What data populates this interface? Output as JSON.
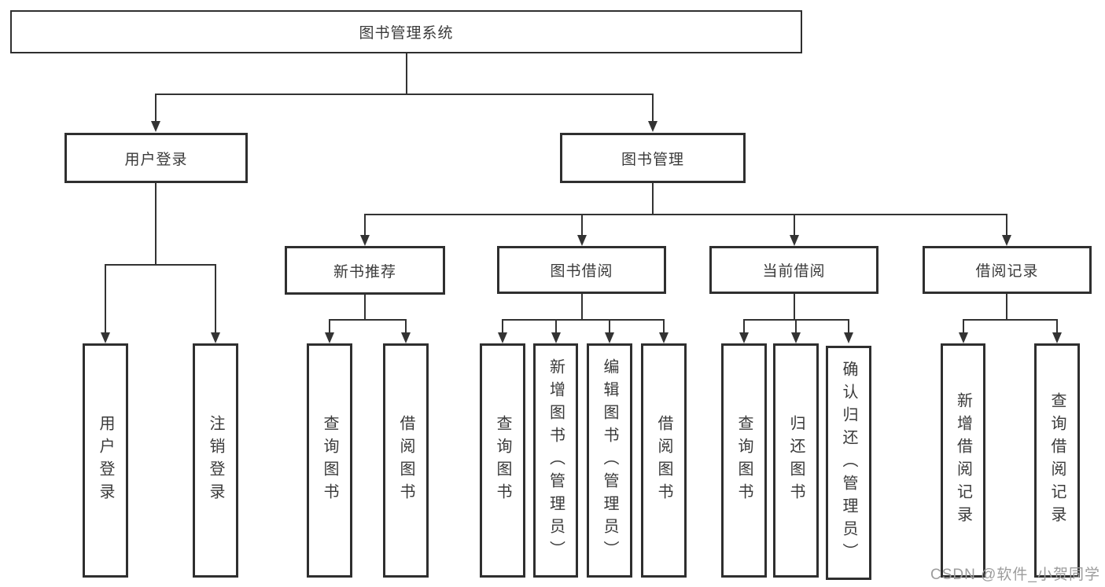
{
  "tree": {
    "label": "图书管理系统",
    "children": [
      {
        "label": "用户登录",
        "children": [
          {
            "label": "用户登录"
          },
          {
            "label": "注销登录"
          }
        ]
      },
      {
        "label": "图书管理",
        "children": [
          {
            "label": "新书推荐",
            "children": [
              {
                "label": "查询图书"
              },
              {
                "label": "借阅图书"
              }
            ]
          },
          {
            "label": "图书借阅",
            "children": [
              {
                "label": "查询图书"
              },
              {
                "label": "新增图书（管理员）"
              },
              {
                "label": "编辑图书（管理员）"
              },
              {
                "label": "借阅图书"
              }
            ]
          },
          {
            "label": "当前借阅",
            "children": [
              {
                "label": "查询图书"
              },
              {
                "label": "归还图书"
              },
              {
                "label": "确认归还（管理员）"
              }
            ]
          },
          {
            "label": "借阅记录",
            "children": [
              {
                "label": "新增借阅记录"
              },
              {
                "label": "查询借阅记录"
              }
            ]
          }
        ]
      }
    ]
  },
  "watermark": "CSDN @软件_小贺同学",
  "colors": {
    "line": "#333333",
    "text": "#3a3a3a",
    "watermark": "#9c9c9c"
  }
}
